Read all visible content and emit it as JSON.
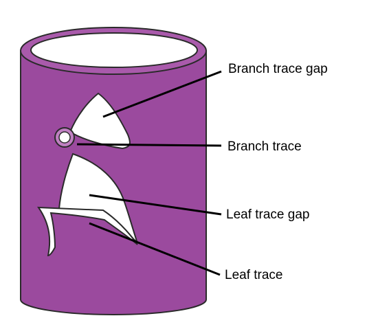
{
  "labels": {
    "branch_trace_gap": "Branch trace gap",
    "branch_trace": "Branch trace",
    "leaf_trace_gap": "Leaf trace gap",
    "leaf_trace": "Leaf trace"
  },
  "colors": {
    "stem": "#9b4a9e",
    "stem_rim": "#a95aab",
    "stem_top_light": "#b46cb6",
    "outline": "#2a2a2a",
    "gap_fill": "#ffffff",
    "leader_line": "#000000"
  }
}
